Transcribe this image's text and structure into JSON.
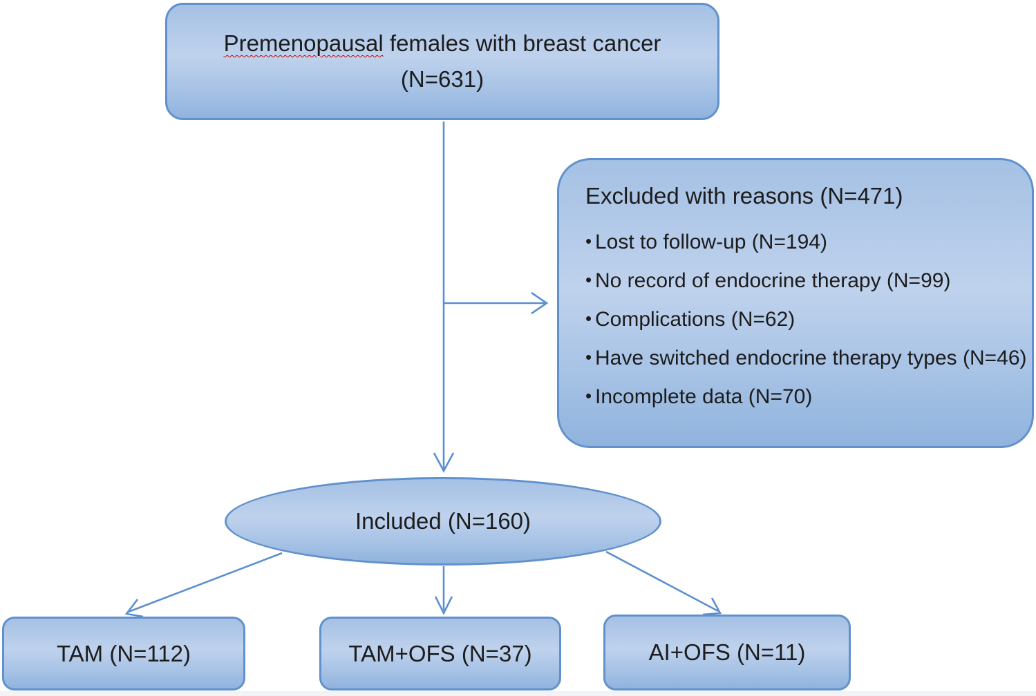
{
  "diagram": {
    "top_box": {
      "line1_word": "Premenopausal",
      "line1_rest": " females with breast cancer",
      "line2": "(N=631)"
    },
    "excluded_box": {
      "title": "Excluded with reasons (N=471)",
      "bullet_glyph": "•",
      "bullets": [
        "Lost to follow-up (N=194)",
        "No record of endocrine therapy (N=99)",
        "Complications (N=62)",
        "Have switched endocrine therapy types (N=46)",
        "Incomplete data (N=70)"
      ]
    },
    "included_ellipse": {
      "label": "Included (N=160)"
    },
    "bottom_boxes": [
      {
        "label": "TAM (N=112)"
      },
      {
        "label": "TAM+OFS (N=37)"
      },
      {
        "label": "AI+OFS (N=11)"
      }
    ],
    "colors": {
      "shape_border": "#6191cc",
      "shape_fill_light": "#bfd2ed",
      "shape_fill_dark": "#90b3dd",
      "connector": "#5b8fd0",
      "text": "#1c1c1c",
      "spellcheck_underline": "#cc0000"
    }
  }
}
